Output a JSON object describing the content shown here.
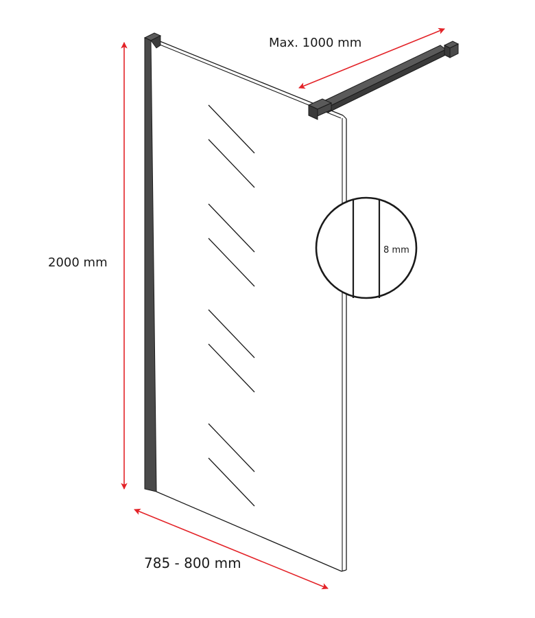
{
  "diagram": {
    "subject": "Walk-in glass shower screen with wall profile and support bar",
    "dimensions": {
      "height": "2000 mm",
      "width": "785 - 800 mm",
      "support_bar": "Max. 1000 mm",
      "glass_thickness": "8 mm"
    },
    "colors": {
      "dimension_arrow": "#e32227",
      "profile": "#4a4a4a",
      "profile_dark": "#2e2e2e",
      "outline": "#1a1a1a",
      "background": "#ffffff"
    },
    "components": [
      "wall-profile",
      "glass-panel",
      "support-bar",
      "glass-clamp",
      "wall-bracket",
      "thickness-detail-circle"
    ]
  }
}
